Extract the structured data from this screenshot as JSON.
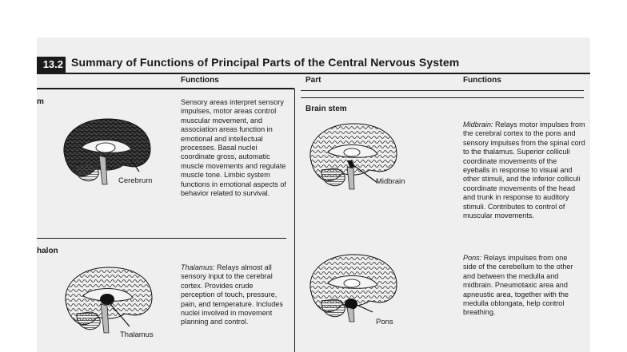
{
  "table_number": "13.2",
  "title": "Summary of Functions of Principal Parts of the Central Nervous System",
  "headers": {
    "functions_left": "Functions",
    "part": "Part",
    "functions_right": "Functions"
  },
  "left_rows": [
    {
      "part_fragment": "m",
      "label": "Cerebrum",
      "functions": "Sensory areas interpret sensory impulses, motor areas control muscular movement, and association areas function in emotional and intellectual processes. Basal nuclei coordinate gross, automatic muscle movements and regulate muscle tone. Limbic system functions in emotional aspects of behavior related to survival."
    },
    {
      "part_fragment": "halon",
      "label": "Thalamus",
      "functions_heading": "Thalamus:",
      "functions": "Relays almost all sensory input to the cerebral cortex. Provides crude perception of touch, pressure, pain, and temperature. Includes nuclei involved in movement planning and control."
    }
  ],
  "right_section": {
    "part": "Brain stem",
    "rows": [
      {
        "label": "Midbrain",
        "functions_heading": "Midbrain:",
        "functions": "Relays motor impulses from the cerebral cortex to the pons and sensory impulses from the spinal cord to the thalamus. Superior colliculi coordinate movements of the eyeballs in response to visual and other stimuli, and the inferior colliculi coordinate movements of the head and trunk in response to auditory stimuli. Contributes to control of muscular movements."
      },
      {
        "label": "Pons",
        "functions_heading": "Pons:",
        "functions": "Relays impulses from one side of the cerebellum to the other and between the medulla and midbrain. Pneumotaxic area and apneustic area, together with the medulla oblongata, help control breathing."
      }
    ]
  }
}
